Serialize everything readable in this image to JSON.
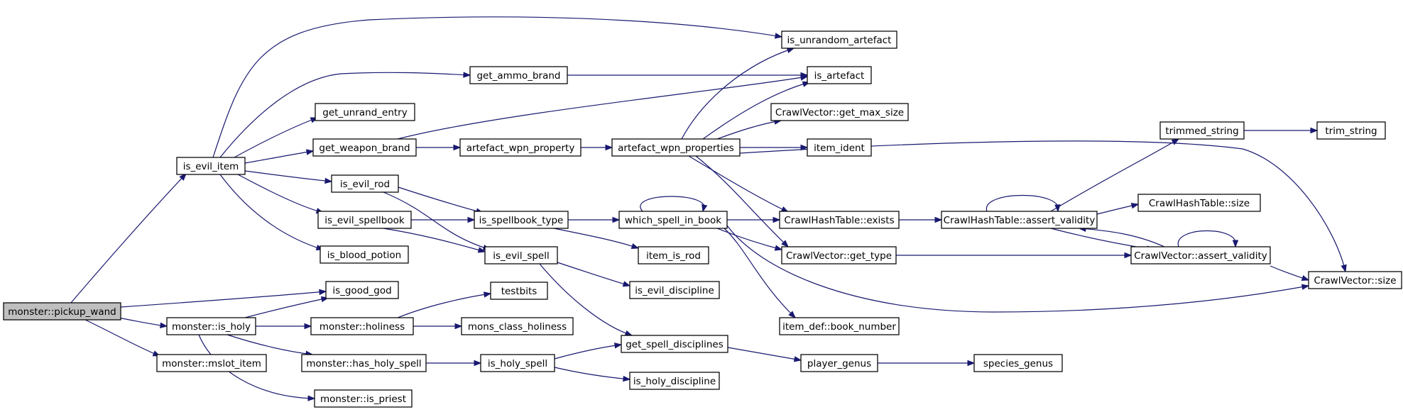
{
  "diagram": {
    "type": "call-graph",
    "root": "pickup_wand",
    "colors": {
      "node_fill": "#ffffff",
      "root_fill": "#bfbfbf",
      "edge": "#191970",
      "border": "#000000"
    },
    "nodes": [
      {
        "id": "pickup_wand",
        "label": "monster::pickup_wand"
      },
      {
        "id": "is_evil_item",
        "label": "is_evil_item"
      },
      {
        "id": "is_good_god",
        "label": "is_good_god"
      },
      {
        "id": "m_is_holy",
        "label": "monster::is_holy"
      },
      {
        "id": "mslot_item",
        "label": "monster::mslot_item"
      },
      {
        "id": "is_unrandom_artefact",
        "label": "is_unrandom_artefact"
      },
      {
        "id": "get_ammo_brand",
        "label": "get_ammo_brand"
      },
      {
        "id": "is_artefact",
        "label": "is_artefact"
      },
      {
        "id": "get_unrand_entry",
        "label": "get_unrand_entry"
      },
      {
        "id": "get_weapon_brand",
        "label": "get_weapon_brand"
      },
      {
        "id": "artefact_wpn_property",
        "label": "artefact_wpn_property"
      },
      {
        "id": "artefact_wpn_properties",
        "label": "artefact_wpn_properties"
      },
      {
        "id": "cv_get_max_size",
        "label": "CrawlVector::get_max_size"
      },
      {
        "id": "item_ident",
        "label": "item_ident"
      },
      {
        "id": "is_evil_rod",
        "label": "is_evil_rod"
      },
      {
        "id": "is_evil_spellbook",
        "label": "is_evil_spellbook"
      },
      {
        "id": "is_spellbook_type",
        "label": "is_spellbook_type"
      },
      {
        "id": "which_spell_in_book",
        "label": "which_spell_in_book"
      },
      {
        "id": "cht_exists",
        "label": "CrawlHashTable::exists"
      },
      {
        "id": "cht_assert_validity",
        "label": "CrawlHashTable::assert_validity"
      },
      {
        "id": "cht_size",
        "label": "CrawlHashTable::size"
      },
      {
        "id": "trimmed_string",
        "label": "trimmed_string"
      },
      {
        "id": "trim_string",
        "label": "trim_string"
      },
      {
        "id": "is_blood_potion",
        "label": "is_blood_potion"
      },
      {
        "id": "is_evil_spell",
        "label": "is_evil_spell"
      },
      {
        "id": "item_is_rod",
        "label": "item_is_rod"
      },
      {
        "id": "cv_get_type",
        "label": "CrawlVector::get_type"
      },
      {
        "id": "cv_assert_validity",
        "label": "CrawlVector::assert_validity"
      },
      {
        "id": "cv_size",
        "label": "CrawlVector::size"
      },
      {
        "id": "testbits",
        "label": "testbits"
      },
      {
        "id": "is_evil_discipline",
        "label": "is_evil_discipline"
      },
      {
        "id": "m_holiness",
        "label": "monster::holiness"
      },
      {
        "id": "mons_class_holiness",
        "label": "mons_class_holiness"
      },
      {
        "id": "item_def_book_number",
        "label": "item_def::book_number"
      },
      {
        "id": "get_spell_disciplines",
        "label": "get_spell_disciplines"
      },
      {
        "id": "m_has_holy_spell",
        "label": "monster::has_holy_spell"
      },
      {
        "id": "is_holy_spell",
        "label": "is_holy_spell"
      },
      {
        "id": "player_genus",
        "label": "player_genus"
      },
      {
        "id": "species_genus",
        "label": "species_genus"
      },
      {
        "id": "is_holy_discipline",
        "label": "is_holy_discipline"
      },
      {
        "id": "m_is_priest",
        "label": "monster::is_priest"
      }
    ],
    "edges": [
      [
        "pickup_wand",
        "is_evil_item"
      ],
      [
        "pickup_wand",
        "is_good_god"
      ],
      [
        "pickup_wand",
        "m_is_holy"
      ],
      [
        "pickup_wand",
        "mslot_item"
      ],
      [
        "is_evil_item",
        "is_unrandom_artefact"
      ],
      [
        "is_evil_item",
        "get_ammo_brand"
      ],
      [
        "is_evil_item",
        "get_unrand_entry"
      ],
      [
        "is_evil_item",
        "get_weapon_brand"
      ],
      [
        "is_evil_item",
        "is_evil_rod"
      ],
      [
        "is_evil_item",
        "is_evil_spellbook"
      ],
      [
        "is_evil_item",
        "is_blood_potion"
      ],
      [
        "get_ammo_brand",
        "is_artefact"
      ],
      [
        "get_weapon_brand",
        "is_artefact"
      ],
      [
        "get_weapon_brand",
        "artefact_wpn_property"
      ],
      [
        "artefact_wpn_property",
        "artefact_wpn_properties"
      ],
      [
        "artefact_wpn_properties",
        "is_unrandom_artefact"
      ],
      [
        "artefact_wpn_properties",
        "is_artefact"
      ],
      [
        "artefact_wpn_properties",
        "cv_get_max_size"
      ],
      [
        "artefact_wpn_properties",
        "item_ident"
      ],
      [
        "artefact_wpn_properties",
        "cht_exists"
      ],
      [
        "artefact_wpn_properties",
        "cv_get_type"
      ],
      [
        "artefact_wpn_properties",
        "cv_size"
      ],
      [
        "is_evil_rod",
        "is_spellbook_type"
      ],
      [
        "is_evil_rod",
        "is_evil_spell"
      ],
      [
        "is_evil_spellbook",
        "is_spellbook_type"
      ],
      [
        "is_evil_spellbook",
        "is_evil_spell"
      ],
      [
        "is_spellbook_type",
        "which_spell_in_book"
      ],
      [
        "is_spellbook_type",
        "item_is_rod"
      ],
      [
        "which_spell_in_book",
        "which_spell_in_book"
      ],
      [
        "which_spell_in_book",
        "cht_exists"
      ],
      [
        "which_spell_in_book",
        "cv_get_type"
      ],
      [
        "which_spell_in_book",
        "item_def_book_number"
      ],
      [
        "which_spell_in_book",
        "cv_size"
      ],
      [
        "cht_exists",
        "cht_assert_validity"
      ],
      [
        "cht_assert_validity",
        "cht_assert_validity"
      ],
      [
        "cht_assert_validity",
        "trimmed_string"
      ],
      [
        "cht_assert_validity",
        "cht_size"
      ],
      [
        "cht_assert_validity",
        "cv_assert_validity"
      ],
      [
        "trimmed_string",
        "trim_string"
      ],
      [
        "cv_get_type",
        "cv_assert_validity"
      ],
      [
        "cv_assert_validity",
        "cv_assert_validity"
      ],
      [
        "cv_assert_validity",
        "cht_assert_validity"
      ],
      [
        "cv_assert_validity",
        "cv_size"
      ],
      [
        "is_evil_spell",
        "is_evil_discipline"
      ],
      [
        "is_evil_spell",
        "get_spell_disciplines"
      ],
      [
        "m_is_holy",
        "is_good_god"
      ],
      [
        "m_is_holy",
        "m_holiness"
      ],
      [
        "m_is_holy",
        "m_has_holy_spell"
      ],
      [
        "m_is_holy",
        "m_is_priest"
      ],
      [
        "m_holiness",
        "testbits"
      ],
      [
        "m_holiness",
        "mons_class_holiness"
      ],
      [
        "m_has_holy_spell",
        "is_holy_spell"
      ],
      [
        "is_holy_spell",
        "get_spell_disciplines"
      ],
      [
        "is_holy_spell",
        "is_holy_discipline"
      ],
      [
        "get_spell_disciplines",
        "player_genus"
      ],
      [
        "player_genus",
        "species_genus"
      ]
    ]
  }
}
